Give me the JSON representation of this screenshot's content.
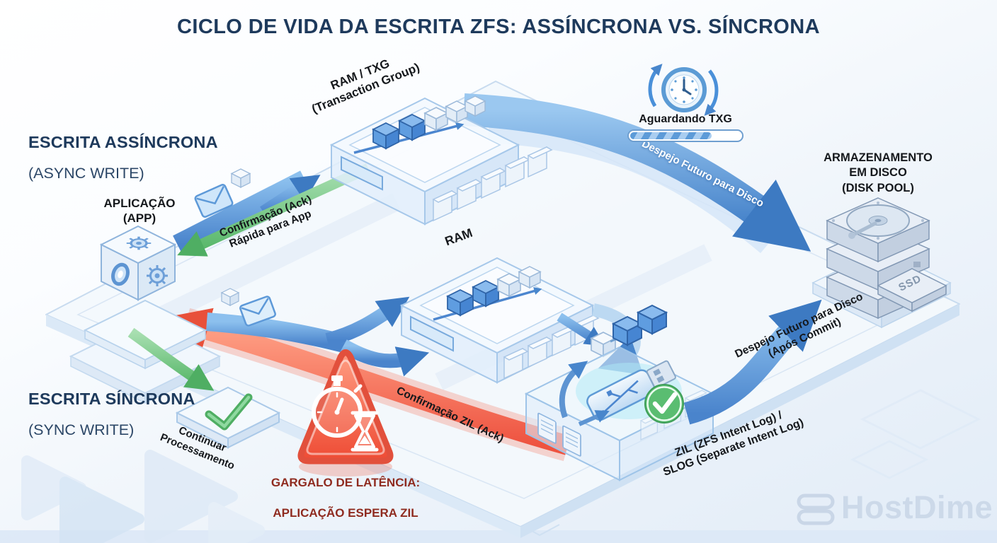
{
  "title": "CICLO DE VIDA DA ESCRITA ZFS: ASSÍNCRONA VS. SÍNCRONA",
  "paths": {
    "async": {
      "label_line1": "ESCRITA ASSÍNCRONA",
      "label_line2": "(ASYNC WRITE)"
    },
    "sync": {
      "label_line1": "ESCRITA SÍNCRONA",
      "label_line2": "(SYNC WRITE)"
    }
  },
  "nodes": {
    "app": "APLICAÇÃO\n(APP)",
    "ram_txg": "RAM / TXG\n(Transaction Group)",
    "ram": "RAM",
    "zil": "ZIL (ZFS Intent Log) /\nSLOG (Separate Intent Log)",
    "disk_pool": "ARMAZENAMENTO\nEM DISCO\n(DISK POOL)",
    "continue": "Continuar\nProcessamento",
    "ssd_badge": "SSD"
  },
  "flows": {
    "ack_fast": "Confirmação (Ack)\nRápida para App",
    "flush_async": "Despejo Futuro para Disco",
    "flush_sync": "Despejo Futuro para Disco\n(Após Commit)",
    "zil_ack": "Confirmação ZIL (Ack)"
  },
  "status": {
    "waiting_txg": "Aguardando TXG",
    "txg_progress_percent": 72
  },
  "warning": {
    "line1": "GARGALO DE LATÊNCIA:",
    "line2": "APLICAÇÃO ESPERA ZIL"
  },
  "branding": {
    "name": "HostDime"
  },
  "colors": {
    "title_navy": "#1e3a5c",
    "accent_blue": "#3d7ac2",
    "accent_green": "#4fae63",
    "accent_red": "#ee5340",
    "warning_text": "#8f2b1f",
    "watermark": "#ccd9e9"
  }
}
